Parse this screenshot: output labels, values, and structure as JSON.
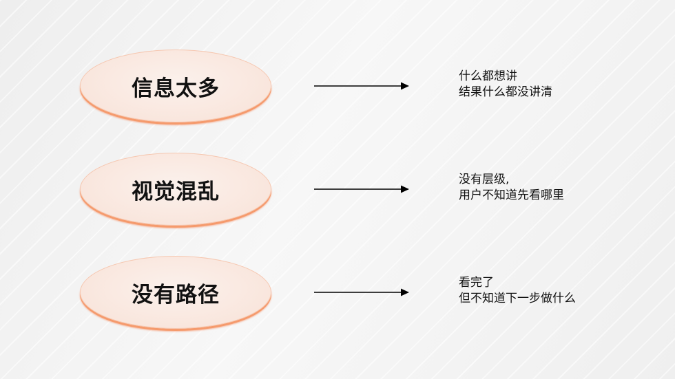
{
  "rows": [
    {
      "label": "信息太多",
      "lines": [
        "什么都想讲",
        "结果什么都没讲清"
      ]
    },
    {
      "label": "视觉混乱",
      "lines": [
        "没有层级,",
        "用户不知道先看哪里"
      ]
    },
    {
      "label": "没有路径",
      "lines": [
        "看完了",
        "但不知道下一步做什么"
      ]
    }
  ],
  "colors": {
    "ellipse_fill": "#f9e6dd",
    "ellipse_shadow": "#f59a6c",
    "text": "#111111",
    "arrow": "#000000"
  },
  "icons": {
    "arrow": "right-arrow-icon"
  }
}
